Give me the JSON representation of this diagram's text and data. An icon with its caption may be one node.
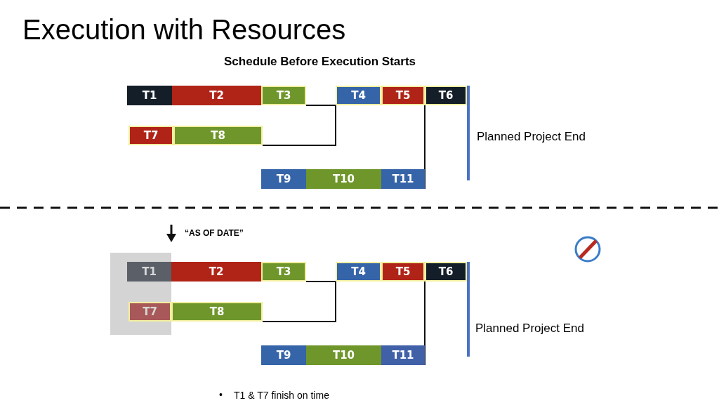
{
  "diagram": {
    "title": "Execution with Resources",
    "nodes": [
      {
        "text": [
          "T1"
        ]
      },
      {
        "text": [
          "T2"
        ]
      },
      {
        "text": [
          "T3"
        ]
      },
      {
        "text": [
          "T4"
        ]
      },
      {
        "text": [
          "T5"
        ]
      },
      {
        "text": [
          "T6"
        ]
      },
      {
        "text": [
          "T7"
        ]
      },
      {
        "text": [
          "T8"
        ]
      },
      {
        "text": [
          "T9"
        ]
      },
      {
        "text": [
          "T10"
        ]
      },
      {
        "text": [
          "T11"
        ]
      },
      {
        "text": [
          "T1"
        ]
      },
      {
        "text": [
          "T2"
        ]
      },
      {
        "text": [
          "T3"
        ]
      },
      {
        "text": [
          "T4"
        ]
      },
      {
        "text": [
          "T5"
        ]
      },
      {
        "text": [
          "T6"
        ]
      },
      {
        "text": [
          "T7"
        ]
      },
      {
        "text": [
          "T8"
        ]
      },
      {
        "text": [
          "T9"
        ]
      },
      {
        "text": [
          "T10"
        ]
      },
      {
        "text": [
          "T11"
        ]
      }
    ],
    "edges": [
      {
        "from": 2,
        "to": 3,
        "arrow": "none"
      },
      {
        "from": 7,
        "to": 3,
        "arrow": "none"
      },
      {
        "from": 10,
        "to": 5,
        "arrow": "none"
      },
      {
        "from": 13,
        "to": 14,
        "arrow": "none"
      },
      {
        "from": 18,
        "to": 14,
        "arrow": "none"
      },
      {
        "from": 21,
        "to": 16,
        "arrow": "none"
      }
    ],
    "labels": [
      "Schedule Before Execution Starts",
      "Planned Project End",
      "“AS OF DATE”",
      "Planned Project End",
      "•",
      "T1 & T7 finish on time"
    ]
  }
}
